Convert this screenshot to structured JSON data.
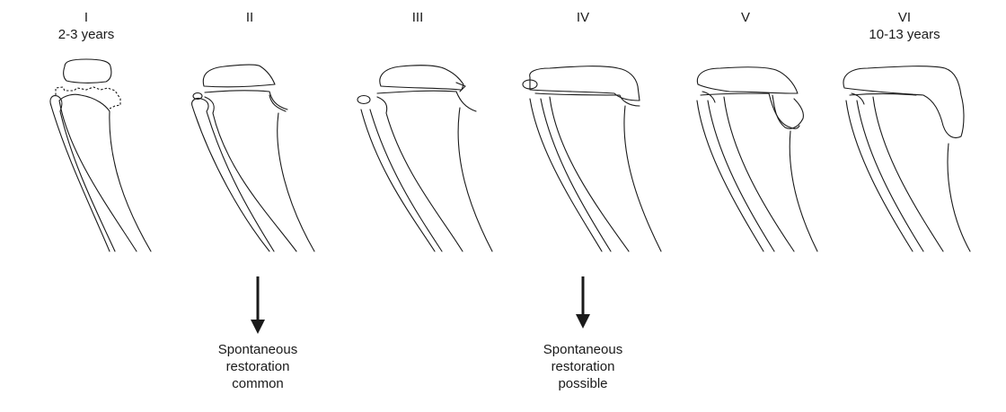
{
  "stages": [
    {
      "numeral": "I",
      "age": "2-3 years"
    },
    {
      "numeral": "II",
      "age": ""
    },
    {
      "numeral": "III",
      "age": ""
    },
    {
      "numeral": "IV",
      "age": ""
    },
    {
      "numeral": "V",
      "age": ""
    },
    {
      "numeral": "VI",
      "age": "10-13 years"
    }
  ],
  "notes": [
    {
      "lines": [
        "Spontaneous",
        "restoration",
        "common"
      ]
    },
    {
      "lines": [
        "Spontaneous",
        "restoration",
        "possible"
      ]
    }
  ]
}
